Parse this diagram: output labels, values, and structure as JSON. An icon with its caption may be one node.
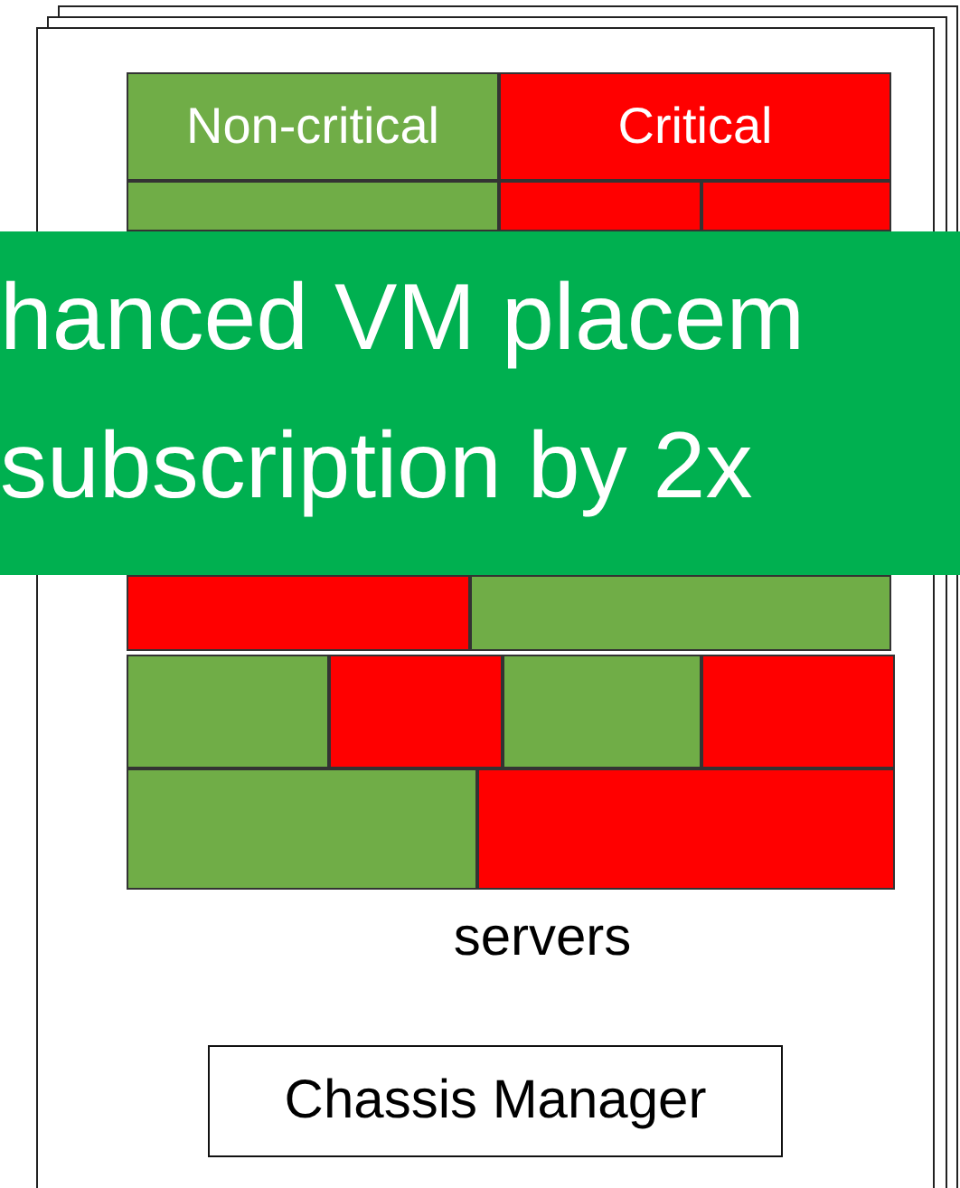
{
  "diagram": {
    "nodes": [
      {
        "text": [
          "Non-critical"
        ]
      },
      {
        "text": [
          "Critical"
        ]
      },
      {
        "text": [
          "hanced VM placem",
          "subscription by 2x"
        ]
      },
      {
        "text": [
          "Chassis Manager"
        ]
      }
    ],
    "labels": [
      "servers"
    ]
  }
}
